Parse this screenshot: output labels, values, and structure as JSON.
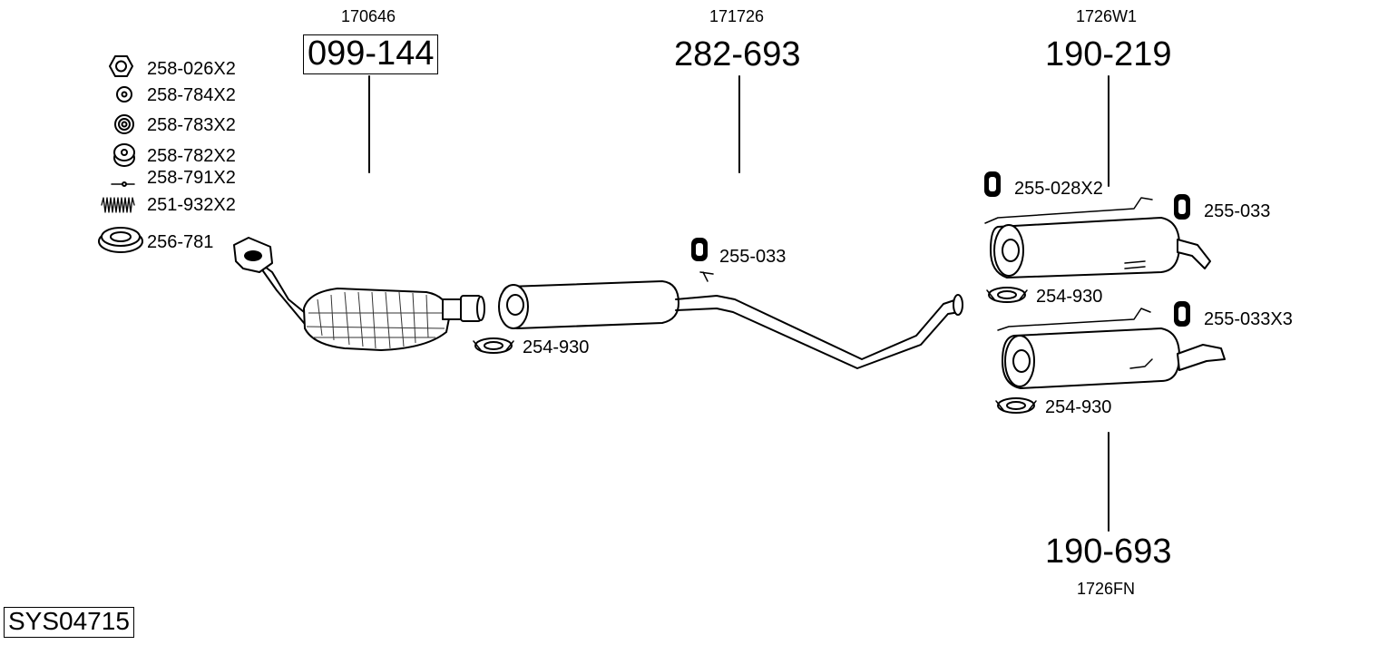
{
  "title": {
    "system_code": "SYS04715"
  },
  "main_parts": [
    {
      "ref": "170646",
      "part_number": "099-144"
    },
    {
      "ref": "171726",
      "part_number": "282-693"
    },
    {
      "ref": "1726W1",
      "part_number": "190-219"
    },
    {
      "ref": "1726FN",
      "part_number": "190-693"
    }
  ],
  "fittings": [
    {
      "label": "258-026X2",
      "icon": "hex-nut-icon"
    },
    {
      "label": "258-784X2",
      "icon": "washer-icon"
    },
    {
      "label": "258-783X2",
      "icon": "spring-washer-icon"
    },
    {
      "label": "258-782X2",
      "icon": "bush-icon"
    },
    {
      "label": "258-791X2",
      "icon": "bolt-icon"
    },
    {
      "label": "251-932X2",
      "icon": "spring-icon"
    },
    {
      "label": "256-781",
      "icon": "seal-ring-icon"
    }
  ],
  "accessories": [
    {
      "label": "255-033",
      "icon": "rubber-hanger-icon"
    },
    {
      "label": "254-930",
      "icon": "clamp-icon"
    },
    {
      "label": "255-028X2",
      "icon": "rubber-hanger-icon"
    },
    {
      "label": "255-033",
      "icon": "rubber-hanger-icon"
    },
    {
      "label": "254-930",
      "icon": "clamp-icon"
    },
    {
      "label": "255-033X3",
      "icon": "rubber-hanger-icon"
    },
    {
      "label": "254-930",
      "icon": "clamp-icon"
    }
  ]
}
